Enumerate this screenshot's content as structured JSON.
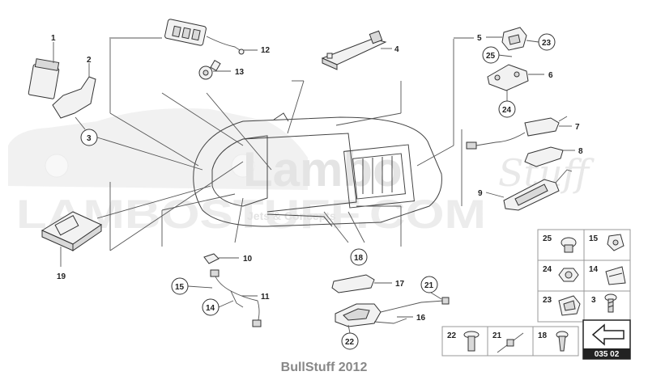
{
  "watermark": {
    "brand": "LAMBOSTUFF.COM",
    "logo_main": "Lambo",
    "logo_script": "Stuff",
    "tagline": "Jets & Concepts"
  },
  "diagram_ref": "035 02",
  "footer": "BullStuff 2012",
  "callouts": {
    "c1": "1",
    "c2": "2",
    "c3": "3",
    "c4": "4",
    "c5": "5",
    "c6": "6",
    "c7": "7",
    "c8": "8",
    "c9": "9",
    "c10": "10",
    "c11": "11",
    "c12": "12",
    "c13": "13",
    "c14": "14",
    "c15": "15",
    "c16": "16",
    "c17": "17",
    "c18": "18",
    "c19": "19",
    "c21": "21",
    "c22": "22",
    "c23": "23",
    "c24": "24",
    "c25": "25"
  },
  "fastener_table": {
    "r1a": "25",
    "r1b": "15",
    "r2a": "24",
    "r2b": "14",
    "r3a": "23",
    "r3b": "3",
    "b1": "22",
    "b2": "21",
    "b3": "18"
  },
  "icons": {
    "nav": "arrow-left-icon"
  }
}
